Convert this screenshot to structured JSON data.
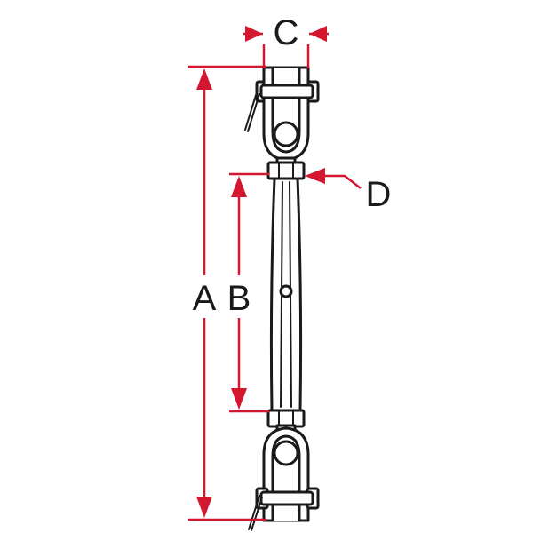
{
  "diagram": {
    "labels": {
      "a": "A",
      "b": "B",
      "c": "C",
      "d": "D"
    },
    "colors": {
      "dimension": "#d2172f",
      "outline": "#1a1a1a",
      "background": "#ffffff"
    }
  }
}
